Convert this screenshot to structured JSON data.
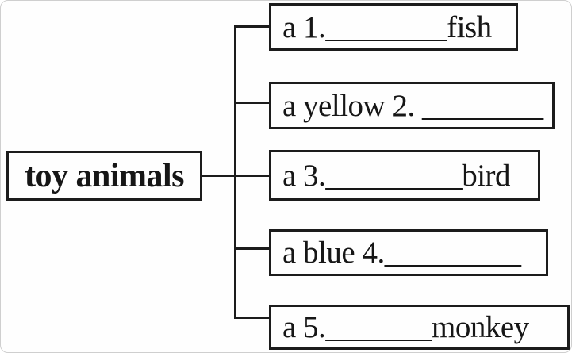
{
  "diagram": {
    "root_label": "toy animals",
    "items": [
      {
        "prefix": "a 1.",
        "blank": "________",
        "suffix": "fish"
      },
      {
        "prefix": "a yellow 2. ",
        "blank": "________",
        "suffix": ""
      },
      {
        "prefix": "a 3.",
        "blank": "_________",
        "suffix": "bird"
      },
      {
        "prefix": "a blue 4.",
        "blank": "_________",
        "suffix": ""
      },
      {
        "prefix": "a 5.",
        "blank": "_______",
        "suffix": "monkey"
      }
    ],
    "colors": {
      "ink": "#1c1c1c",
      "background": "#fefefe"
    }
  }
}
